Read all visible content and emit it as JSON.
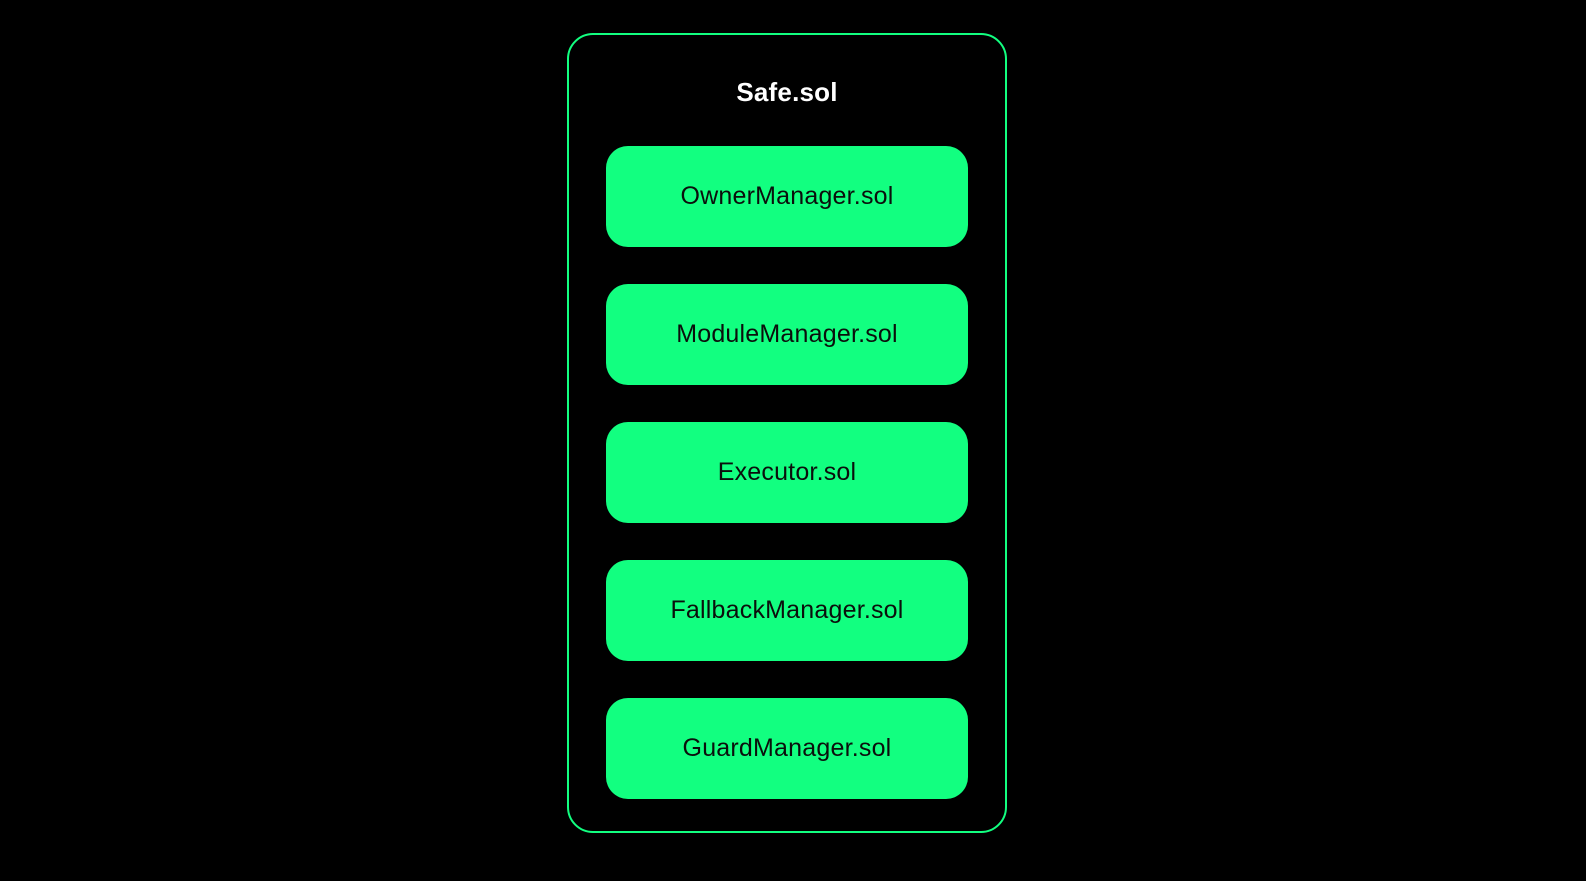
{
  "diagram": {
    "title": "Safe.sol",
    "modules": [
      {
        "label": "OwnerManager.sol"
      },
      {
        "label": "ModuleManager.sol"
      },
      {
        "label": "Executor.sol"
      },
      {
        "label": "FallbackManager.sol"
      },
      {
        "label": "GuardManager.sol"
      }
    ],
    "colors": {
      "background": "#000000",
      "container_border": "#12ff80",
      "module_fill": "#12ff80",
      "module_text": "#0b0f0c",
      "title_text": "#ffffff"
    }
  }
}
